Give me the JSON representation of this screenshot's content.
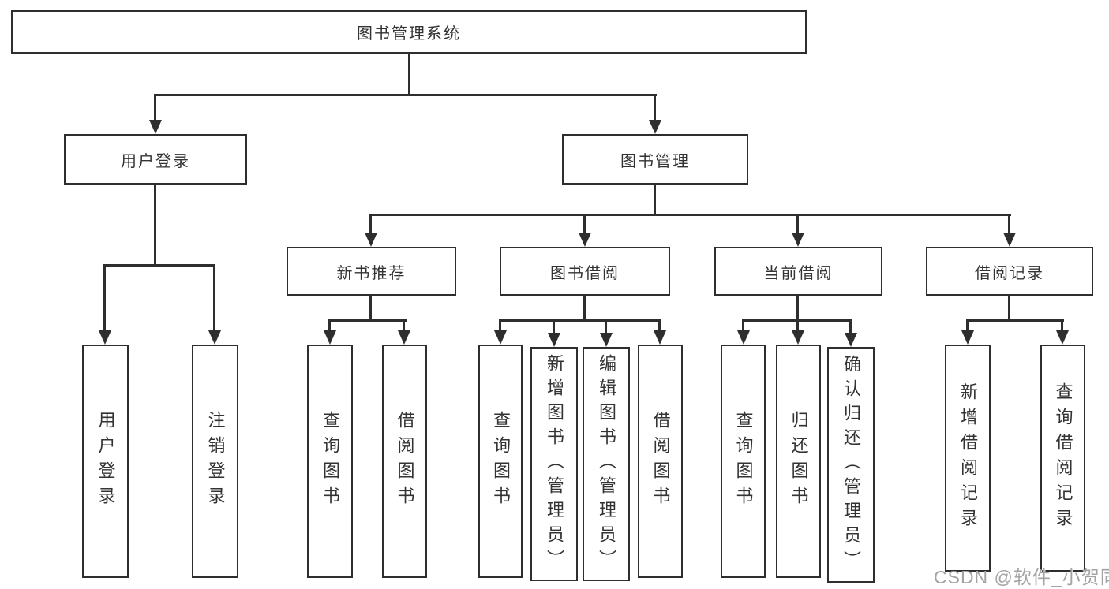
{
  "diagram_title": "图书管理系统",
  "colors": {
    "line": "#2e2e2e",
    "box_border": "#2e2e2e",
    "box_background": "#ffffff",
    "text": "#333333",
    "watermark": "#a3a3a3"
  },
  "nodes": {
    "root": {
      "label": "图书管理系统"
    },
    "user_login": {
      "label": "用户登录"
    },
    "book_mgmt": {
      "label": "图书管理"
    },
    "new_book_rec": {
      "label": "新书推荐"
    },
    "book_borrow": {
      "label": "图书借阅"
    },
    "current_borrow": {
      "label": "当前借阅"
    },
    "borrow_record": {
      "label": "借阅记录"
    },
    "leaf_user_login": {
      "label": "用户登录"
    },
    "leaf_logout": {
      "label": "注销登录"
    },
    "leaf_query_book_rec": {
      "label": "查询图书"
    },
    "leaf_borrow_book_rec": {
      "label": "借阅图书"
    },
    "leaf_query_book_borrow": {
      "label": "查询图书"
    },
    "leaf_add_book": {
      "label": "新增图书（管理员）"
    },
    "leaf_edit_book": {
      "label": "编辑图书（管理员）"
    },
    "leaf_borrow_book_borrow": {
      "label": "借阅图书"
    },
    "leaf_query_book_current": {
      "label": "查询图书"
    },
    "leaf_return_book": {
      "label": "归还图书"
    },
    "leaf_confirm_return": {
      "label": "确认归还（管理员）"
    },
    "leaf_add_borrow_record": {
      "label": "新增借阅记录"
    },
    "leaf_query_borrow_record": {
      "label": "查询借阅记录"
    }
  },
  "watermark": {
    "text": "CSDN @软件_小贺同学"
  }
}
